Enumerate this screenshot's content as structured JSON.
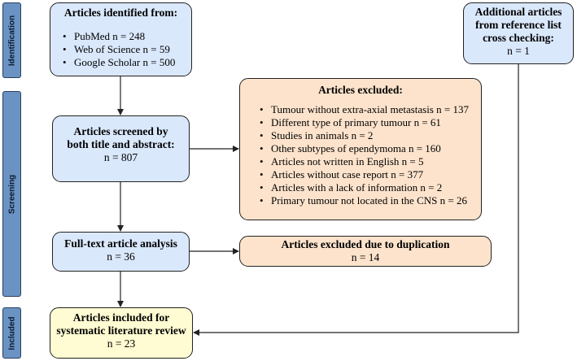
{
  "stages": {
    "identification": "Identification",
    "screening": "Screening",
    "included": "Included"
  },
  "identified": {
    "title": "Articles identified from:",
    "items": [
      "PubMed n = 248",
      "Web of Science n = 59",
      "Google Scholar n = 500"
    ]
  },
  "additional": {
    "line1": "Additional articles",
    "line2": "from reference list",
    "line3": "cross checking:",
    "count": "n = 1"
  },
  "screened": {
    "line1": "Articles screened by",
    "line2": "both title and abstract:",
    "count": "n = 807"
  },
  "excluded": {
    "title": "Articles excluded:",
    "items": [
      "Tumour without extra-axial metastasis n = 137",
      "Different type of primary tumour n = 61",
      "Studies in animals n = 2",
      "Other subtypes of ependymoma n = 160",
      "Articles not written in English n = 5",
      "Articles without case report n = 377",
      "Articles with a lack of information n = 2",
      "Primary tumour not located in the CNS n = 26"
    ]
  },
  "fulltext": {
    "title": "Full-text article analysis",
    "count": "n = 36"
  },
  "duplicates": {
    "title": "Articles excluded due to duplication",
    "count": "n = 14"
  },
  "included": {
    "line1": "Articles included for",
    "line2": "systematic literature review",
    "count": "n = 23"
  }
}
